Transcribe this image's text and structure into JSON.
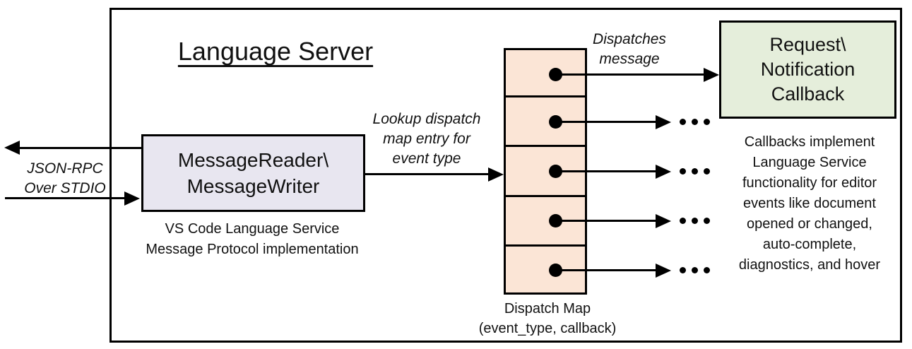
{
  "colors": {
    "frame_border": "#000000",
    "message_box_fill": "#E8E6F0",
    "dispatch_cell_fill": "#FBE5D6",
    "callback_box_fill": "#E5EEDB",
    "line": "#000000"
  },
  "icons": {
    "ellipsis": "three-dots-horizontal",
    "arrowhead": "solid-triangle"
  },
  "diagram": {
    "title": "Language Server",
    "stdio_label": {
      "lines": [
        "JSON-RPC",
        "Over STDIO"
      ]
    },
    "message_box": {
      "lines": [
        "MessageReader\\",
        "MessageWriter"
      ],
      "caption": {
        "lines": [
          "VS Code Language Service",
          "Message Protocol implementation"
        ]
      }
    },
    "lookup_label": {
      "lines": [
        "Lookup dispatch",
        "map entry for",
        "event type"
      ]
    },
    "dispatches_label": {
      "lines": [
        "Dispatches",
        "message"
      ]
    },
    "callback_box": {
      "lines": [
        "Request\\",
        "Notification",
        "Callback"
      ]
    },
    "callback_note": {
      "lines": [
        "Callbacks implement",
        "Language Service",
        "functionality for editor",
        "events like document",
        "opened or changed,",
        "auto-complete,",
        "diagnostics, and hover"
      ]
    },
    "dispatch_map": {
      "cell_count": 5,
      "caption": {
        "lines": [
          "Dispatch Map",
          "(event_type, callback)"
        ]
      }
    }
  }
}
